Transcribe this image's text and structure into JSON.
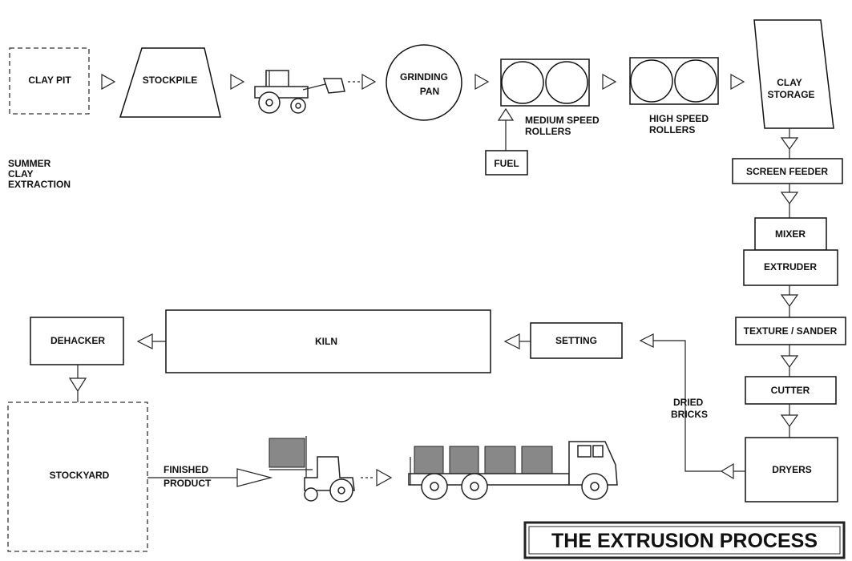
{
  "title": "THE EXTRUSION PROCESS",
  "nodes": {
    "clay_pit": "CLAY PIT",
    "stockpile": "STOCKPILE",
    "grinding_pan": [
      "GRINDING",
      "PAN"
    ],
    "medium_rollers": [
      "MEDIUM SPEED",
      "ROLLERS"
    ],
    "high_rollers": [
      "HIGH SPEED",
      "ROLLERS"
    ],
    "fuel": "FUEL",
    "clay_storage": [
      "CLAY",
      "STORAGE"
    ],
    "screen_feeder": "SCREEN FEEDER",
    "mixer": "MIXER",
    "extruder": "EXTRUDER",
    "texture_sander": "TEXTURE / SANDER",
    "cutter": "CUTTER",
    "dryers": "DRYERS",
    "setting": "SETTING",
    "kiln": "KILN",
    "dehacker": "DEHACKER",
    "stockyard": "STOCKYARD"
  },
  "annotations": {
    "summer_extraction": [
      "SUMMER",
      "CLAY",
      "EXTRACTION"
    ],
    "dried_bricks": [
      "DRIED",
      "BRICKS"
    ],
    "finished_product": [
      "FINISHED",
      "PRODUCT"
    ]
  }
}
